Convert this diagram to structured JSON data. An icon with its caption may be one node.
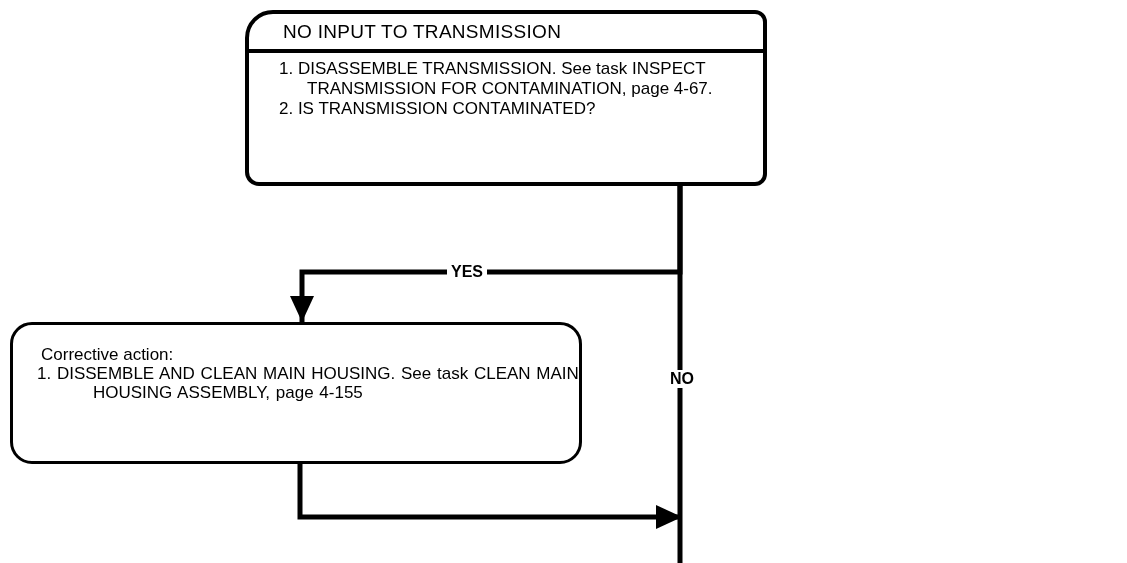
{
  "diagram": {
    "nodes": [
      {
        "text": [
          "NO INPUT TO TRANSMISSION",
          "1. DISASSEMBLE TRANSMISSION. See task INSPECT TRANSMISSION FOR CONTAMINATION, page 4-67.",
          "2. IS TRANSMISSION CONTAMINATED?"
        ]
      },
      {
        "text": [
          "Corrective action:",
          "1. DISSEMBLE AND CLEAN MAIN HOUSING. See task CLEAN MAIN HOUSING ASSEMBLY, page 4-155"
        ]
      }
    ],
    "edges": [
      {
        "from": 0,
        "to": 1,
        "arrow": "to",
        "label": "YES"
      },
      {
        "from": 0,
        "to": null,
        "arrow": "none",
        "label": "NO"
      },
      {
        "from": 1,
        "to": null,
        "arrow": "to"
      }
    ]
  }
}
